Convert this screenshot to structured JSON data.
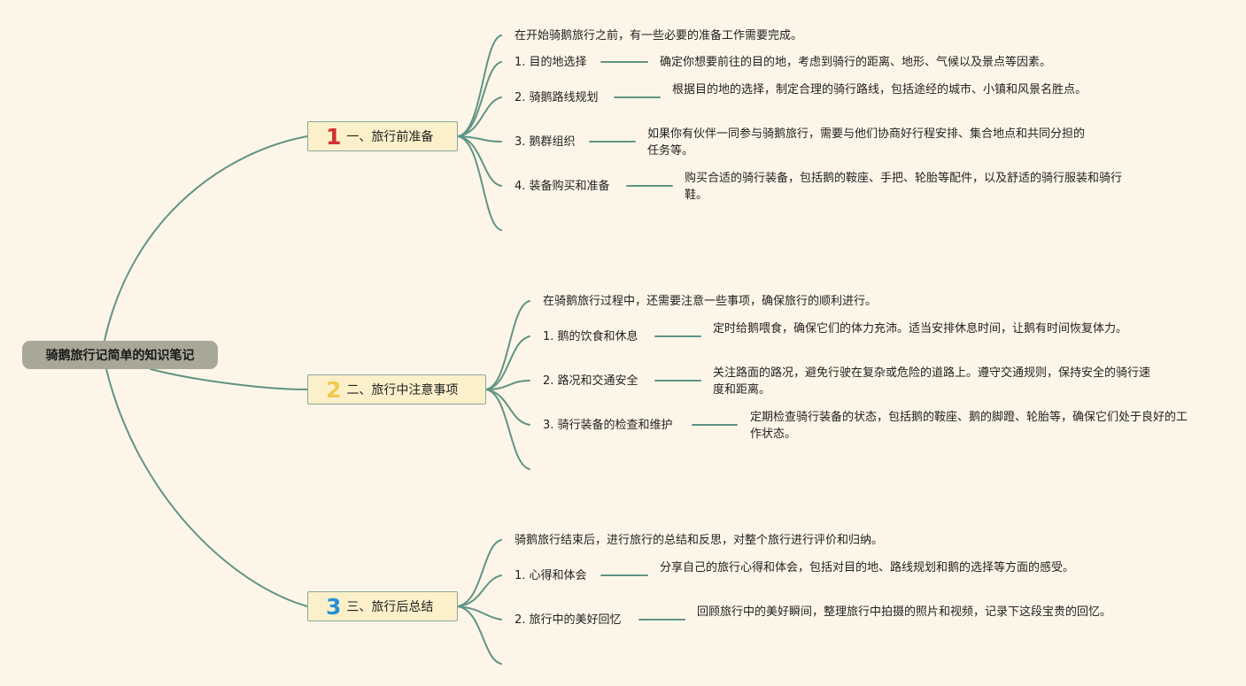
{
  "root": {
    "title": "骑鹅旅行记简单的知识笔记"
  },
  "colors": {
    "edge": "#5f9486",
    "root_bg": "#a9a898",
    "branch_bg": "#fbf0c9",
    "background": "#fdf6e8"
  },
  "branches": [
    {
      "num": "1",
      "num_color": "#d42f2f",
      "label": "一、旅行前准备",
      "intro": "在开始骑鹅旅行之前，有一些必要的准备工作需要完成。",
      "items": [
        {
          "label": "1. 目的地选择",
          "desc": "确定你想要前往的目的地，考虑到骑行的距离、地形、气候以及景点等因素。"
        },
        {
          "label": "2. 骑鹅路线规划",
          "desc": "根据目的地的选择，制定合理的骑行路线，包括途经的城市、小镇和风景名胜点。"
        },
        {
          "label": "3. 鹅群组织",
          "desc": "如果你有伙伴一同参与骑鹅旅行，需要与他们协商好行程安排、集合地点和共同分担的任务等。"
        },
        {
          "label": "4. 装备购买和准备",
          "desc": "购买合适的骑行装备，包括鹅的鞍座、手把、轮胎等配件，以及舒适的骑行服装和骑行鞋。"
        }
      ]
    },
    {
      "num": "2",
      "num_color": "#f2c94c",
      "label": "二、旅行中注意事项",
      "intro": "在骑鹅旅行过程中，还需要注意一些事项，确保旅行的顺利进行。",
      "items": [
        {
          "label": "1. 鹅的饮食和休息",
          "desc": "定时给鹅喂食，确保它们的体力充沛。适当安排休息时间，让鹅有时间恢复体力。"
        },
        {
          "label": "2. 路况和交通安全",
          "desc": "关注路面的路况，避免行驶在复杂或危险的道路上。遵守交通规则，保持安全的骑行速度和距离。"
        },
        {
          "label": "3. 骑行装备的检查和维护",
          "desc": "定期检查骑行装备的状态，包括鹅的鞍座、鹅的脚蹬、轮胎等，确保它们处于良好的工作状态。"
        }
      ]
    },
    {
      "num": "3",
      "num_color": "#2a8fd4",
      "label": "三、旅行后总结",
      "intro": "骑鹅旅行结束后，进行旅行的总结和反思，对整个旅行进行评价和归纳。",
      "items": [
        {
          "label": "1. 心得和体会",
          "desc": "分享自己的旅行心得和体会，包括对目的地、路线规划和鹅的选择等方面的感受。"
        },
        {
          "label": "2. 旅行中的美好回忆",
          "desc": "回顾旅行中的美好瞬间，整理旅行中拍摄的照片和视频，记录下这段宝贵的回忆。"
        }
      ]
    }
  ]
}
